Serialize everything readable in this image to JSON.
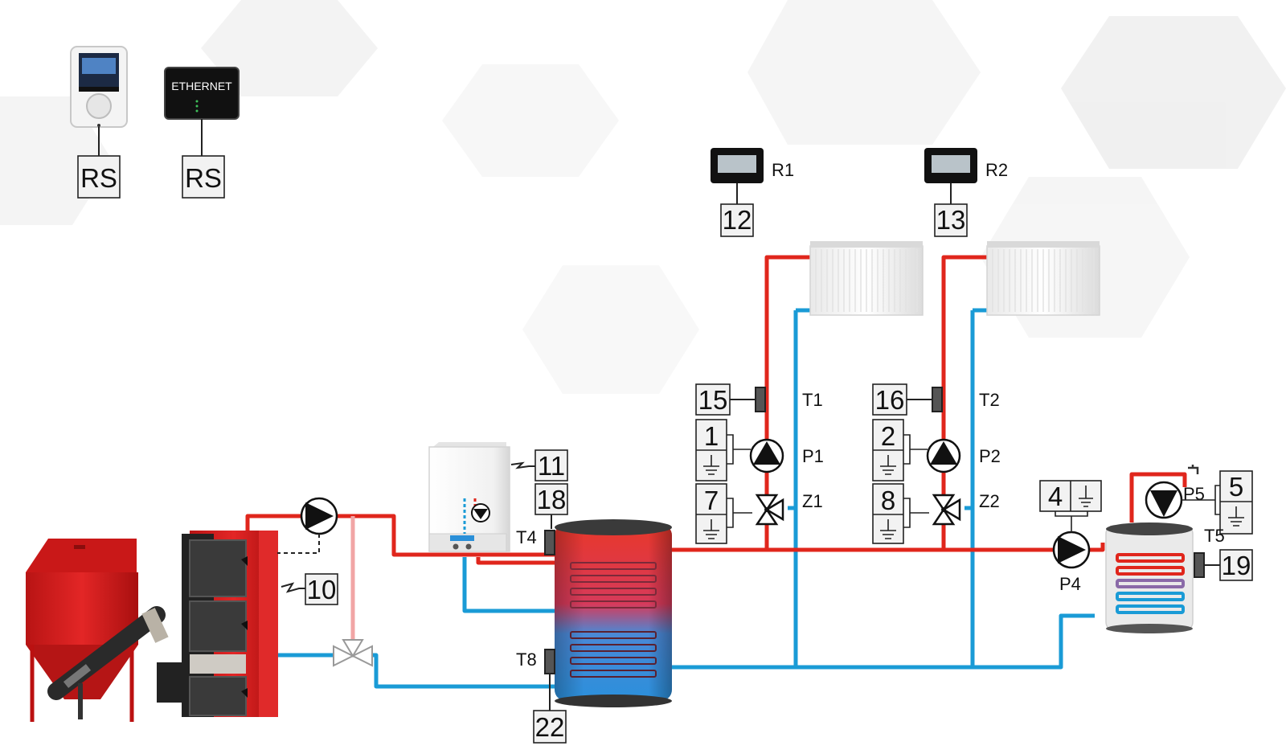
{
  "colors": {
    "supply": "#e0261c",
    "return": "#1a9bd6",
    "valve_bypass": "#f1a5a5",
    "boiler": "#d41f1f",
    "tank_hot": "#e83a2a",
    "tank_cold": "#2a8fd8"
  },
  "devices": {
    "main_controller_connector": "RS",
    "ethernet_module_label": "ETHERNET",
    "ethernet_module_connector": "RS"
  },
  "room_regulators": [
    {
      "label": "R1",
      "terminal": "12"
    },
    {
      "label": "R2",
      "terminal": "13"
    }
  ],
  "circuits": [
    {
      "sensor_label": "T1",
      "sensor_terminal": "15",
      "pump_label": "P1",
      "pump_terminal": "1",
      "valve_label": "Z1",
      "valve_terminal": "7"
    },
    {
      "sensor_label": "T2",
      "sensor_terminal": "16",
      "pump_label": "P2",
      "pump_terminal": "2",
      "valve_label": "Z2",
      "valve_terminal": "8"
    }
  ],
  "boiler": {
    "terminal": "10"
  },
  "gas_boiler": {
    "terminal_top": "11",
    "terminal_bottom": "18"
  },
  "buffer_tank": {
    "sensor_top_label": "T4",
    "sensor_bottom_label": "T8",
    "sensor_bottom_terminal": "22"
  },
  "dhw": {
    "pump_p4_label": "P4",
    "pump_p4_terminal": "4",
    "pump_p5_label": "P5",
    "pump_p5_terminal": "5",
    "sensor_label": "T5",
    "sensor_terminal": "19"
  }
}
